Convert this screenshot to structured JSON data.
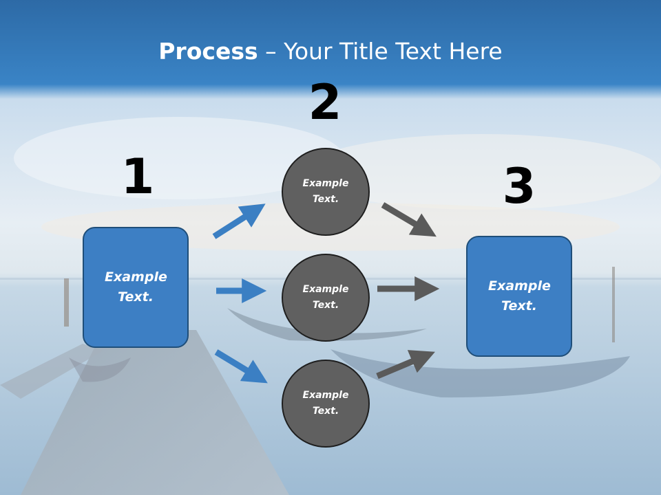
{
  "title": {
    "bold": "Process",
    "rest": " – Your Title Text Here"
  },
  "steps": {
    "one": "1",
    "two": "2",
    "three": "3"
  },
  "boxes": {
    "left": {
      "line1": "Example",
      "line2": "Text."
    },
    "right": {
      "line1": "Example",
      "line2": "Text."
    }
  },
  "circles": [
    {
      "line1": "Example",
      "line2": "Text."
    },
    {
      "line1": "Example",
      "line2": "Text."
    },
    {
      "line1": "Example",
      "line2": "Text."
    }
  ],
  "colors": {
    "header_blue": "#2e6ea9",
    "box_blue": "#3d7fc4",
    "circle_gray": "#606060",
    "arrow_blue": "#3b7fc3",
    "arrow_gray": "#5a5a5a"
  }
}
